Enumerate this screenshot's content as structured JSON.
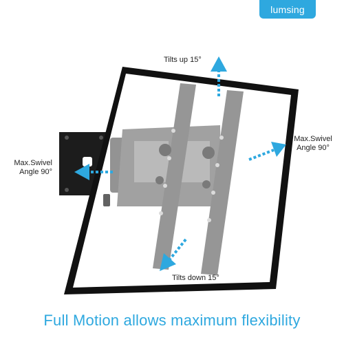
{
  "brand": {
    "name": "lumsing",
    "color": "#2ea8df"
  },
  "annotations": {
    "tilt_up": "Tilts up 15°",
    "tilt_down": "Tilts down 15°",
    "swivel_right_line1": "Max.Swivel",
    "swivel_right_line2": "Angle 90°",
    "swivel_left_line1": "Max.Swivel",
    "swivel_left_line2": "Angle 90°"
  },
  "caption": "Full Motion allows maximum flexibility",
  "colors": {
    "accent": "#2ea8df",
    "tv_frame": "#111111",
    "tv_screen": "#ffffff",
    "mount_dark": "#1c1c1c",
    "mount_grey": "#8a8a8a"
  },
  "icons": [
    "tilt-up-arrow-icon",
    "tilt-down-arrow-icon",
    "swivel-right-arrow-icon",
    "swivel-left-arrow-icon"
  ]
}
